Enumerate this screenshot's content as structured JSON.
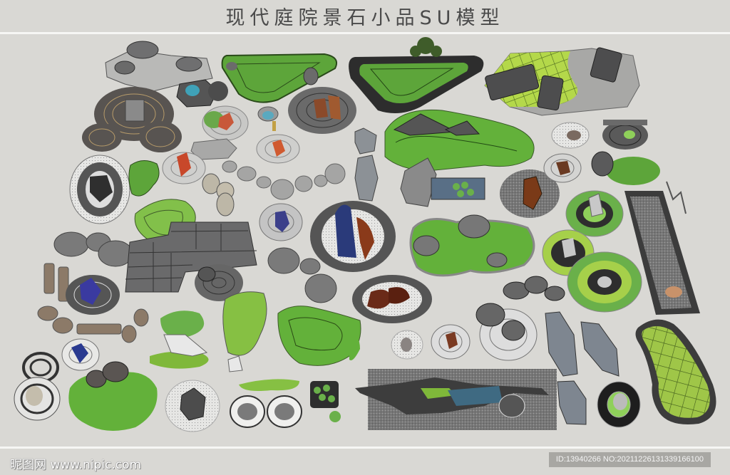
{
  "header": {
    "title": "现代庭院景石小品SU模型"
  },
  "footer": {
    "watermark_left": "昵图网 www.nipic.com",
    "watermark_right": "ID:13940266 NO:20211226131339166100"
  },
  "colors": {
    "background": "#d9d8d4",
    "separator": "#f6f6f4",
    "lawn": "#6fb13a",
    "lawn_light": "#8cc04a",
    "lime_grid": "#b4d84a",
    "rock": "#7a7b7c",
    "gravel": "#8a8a88",
    "dark_border": "#3c3c3c",
    "id_badge": "#a8a7a3"
  },
  "models": [
    {
      "name": "stacked-rock-cluster",
      "type": "rock"
    },
    {
      "name": "triangle-lawn-with-rocks",
      "type": "lawn"
    },
    {
      "name": "rounded-lawn-with-pine-tree",
      "type": "lawn"
    },
    {
      "name": "lime-grid-lawn-with-slab-rocks",
      "type": "lawn"
    },
    {
      "name": "zen-gravel-circles-with-rocks",
      "type": "gravel"
    },
    {
      "name": "rock-with-round-pool",
      "type": "water"
    },
    {
      "name": "raked-circle-with-colored-rock",
      "type": "gravel"
    },
    {
      "name": "small-pond-with-lamp",
      "type": "water"
    },
    {
      "name": "gravel-circle-with-crystal-rocks",
      "type": "gravel"
    },
    {
      "name": "curvy-lawn-with-rock-ridges",
      "type": "lawn"
    },
    {
      "name": "stepping-stone-path",
      "type": "paving"
    },
    {
      "name": "oval-gravel-with-dark-rock",
      "type": "gravel"
    },
    {
      "name": "lawn-island-small",
      "type": "lawn"
    },
    {
      "name": "rectangular-lotus-pool-with-rock",
      "type": "water"
    },
    {
      "name": "ringed-lawn-with-stone-sculpture",
      "type": "lawn"
    },
    {
      "name": "long-gravel-bed-with-tree",
      "type": "gravel"
    },
    {
      "name": "stone-paving-grid",
      "type": "paving"
    },
    {
      "name": "oval-stepping-stones",
      "type": "paving"
    },
    {
      "name": "oval-gravel-with-blue-sculpture",
      "type": "sculpture"
    },
    {
      "name": "lawn-with-flat-rocks",
      "type": "lawn"
    },
    {
      "name": "double-ring-lawns-with-stones",
      "type": "lawn"
    },
    {
      "name": "brown-stepping-stones",
      "type": "paving"
    },
    {
      "name": "blue-crystal-rock-circles",
      "type": "sculpture"
    },
    {
      "name": "origami-deer-on-lawn",
      "type": "sculpture"
    },
    {
      "name": "kidney-lawns",
      "type": "lawn"
    },
    {
      "name": "lotus-planter",
      "type": "water"
    },
    {
      "name": "gravel-bed-with-stream",
      "type": "water"
    },
    {
      "name": "slate-slabs",
      "type": "paving"
    },
    {
      "name": "ringed-planter-with-rock",
      "type": "sculpture"
    },
    {
      "name": "kidney-grid-lawn",
      "type": "lawn"
    }
  ]
}
